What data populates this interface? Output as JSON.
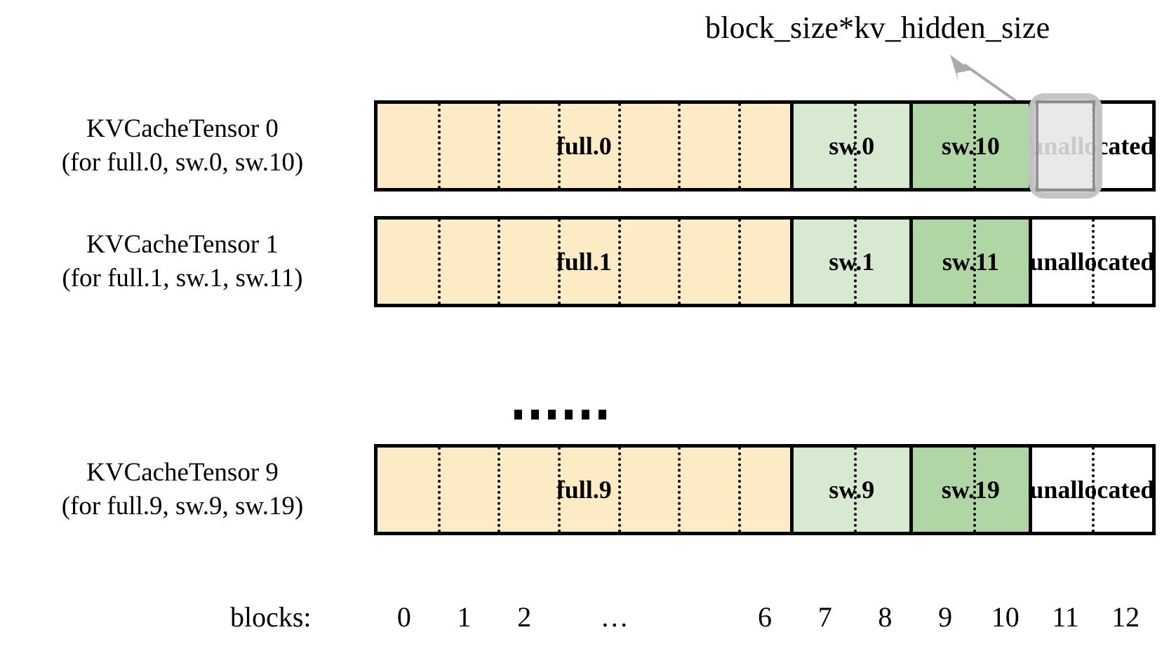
{
  "diagram": {
    "title_callout": "block_size*kv_hidden_size",
    "colors": {
      "full": "#FCEBC4",
      "sw_light": "#D7E9D1",
      "sw_dark": "#AFD6A4",
      "unallocated": "#FFFFFF",
      "border": "#000000",
      "highlight_fill": "#E6E6E6",
      "highlight_border": "#BEBEBE"
    },
    "ellipsis": "……",
    "rows": [
      {
        "label_line1": "KVCacheTensor 0",
        "label_line2": "(for full.0, sw.0, sw.10)",
        "segments": [
          {
            "text": "full.0",
            "blocks": 7,
            "style": "full"
          },
          {
            "text": "sw.0",
            "blocks": 2,
            "style": "sw"
          },
          {
            "text": "sw.10",
            "blocks": 2,
            "style": "sw2"
          },
          {
            "text": "unallocated",
            "blocks": 2,
            "style": "none"
          }
        ],
        "highlight_block": 11
      },
      {
        "label_line1": "KVCacheTensor 1",
        "label_line2": "(for full.1, sw.1, sw.11)",
        "segments": [
          {
            "text": "full.1",
            "blocks": 7,
            "style": "full"
          },
          {
            "text": "sw.1",
            "blocks": 2,
            "style": "sw"
          },
          {
            "text": "sw.11",
            "blocks": 2,
            "style": "sw2"
          },
          {
            "text": "unallocated",
            "blocks": 2,
            "style": "none"
          }
        ],
        "highlight_block": null
      },
      {
        "label_line1": "KVCacheTensor 9",
        "label_line2": "(for full.9, sw.9, sw.19)",
        "segments": [
          {
            "text": "full.9",
            "blocks": 7,
            "style": "full"
          },
          {
            "text": "sw.9",
            "blocks": 2,
            "style": "sw"
          },
          {
            "text": "sw.19",
            "blocks": 2,
            "style": "sw2"
          },
          {
            "text": "unallocated",
            "blocks": 2,
            "style": "none"
          }
        ],
        "highlight_block": null
      }
    ],
    "axis": {
      "caption": "blocks:",
      "ticks": [
        "0",
        "1",
        "2",
        "…",
        "6",
        "7",
        "8",
        "9",
        "10",
        "11",
        "12"
      ],
      "tick_block_index": [
        0,
        1,
        2,
        3.5,
        6,
        7,
        8,
        9,
        10,
        11,
        12
      ]
    }
  }
}
